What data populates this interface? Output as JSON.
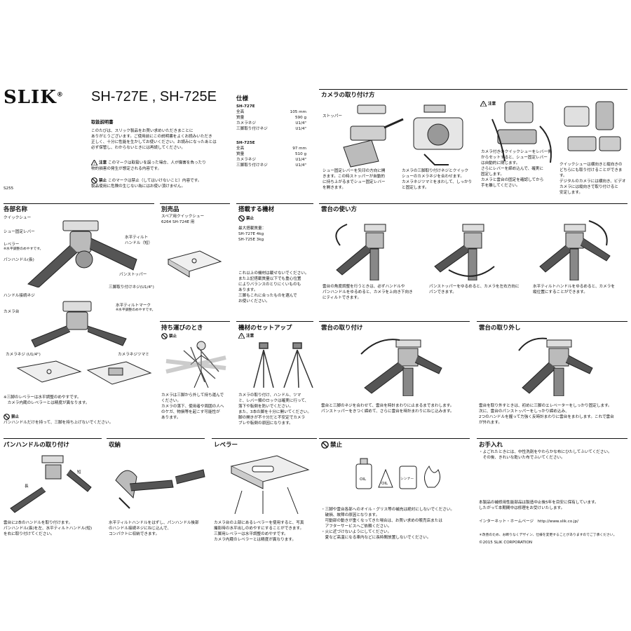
{
  "header": {
    "brand": "SLIK",
    "registered": "®",
    "model": "SH-727E , SH-725E",
    "manual_title": "取扱説明書",
    "intro": "このたびは、スリック製品をお買い求めいただきまことに\nありがとうございます。ご使用前にこの説明書をよくお読みいただき\n正しく、十分に性能を生かしてお使いください。お読みになったあとは\n必ず保管し、わからないときには再読してください。",
    "caution_label": "注意",
    "caution_text": "このマークは取扱いを誤った場合、人が傷害を負ったり\n物的損害の発生が想定される内容です。",
    "prohibit_label": "禁止",
    "prohibit_text": "このマークは禁止（してはいけないこと）内容です。\n製品使用に危険の生じない為にはお使い頂けません。",
    "code": "S255"
  },
  "specs": {
    "title": "仕様",
    "models": [
      {
        "name": "SH-727E",
        "rows": [
          {
            "label": "全高",
            "value": "105 mm"
          },
          {
            "label": "質量",
            "value": "590 g"
          },
          {
            "label": "カメラネジ",
            "value": "U1/4\""
          },
          {
            "label": "三脚取り付けネジ",
            "value": "U1/4\""
          }
        ]
      },
      {
        "name": "SH-725E",
        "rows": [
          {
            "label": "全高",
            "value": "97 mm"
          },
          {
            "label": "質量",
            "value": "510 g"
          },
          {
            "label": "カメラネジ",
            "value": "U1/4\""
          },
          {
            "label": "三脚取り付けネジ",
            "value": "U1/4\""
          }
        ]
      }
    ]
  },
  "camera_mount": {
    "title": "カメラの取り付け方",
    "stopper_label": "ストッパー",
    "caution_label": "注意",
    "steps": [
      "シュー固定レバーを矢印の方向に開\nきます。この時ストッパーが自動的\nに持ち上がるまでシュー固定レバー\nを開きます。",
      "カメラの三脚取り付けネジとクイック\nシューのカメラネジを合わせます。\nカメラネジツマミをまわして、しっかり\nと固定します。",
      "カメラ付きのクイックシューをレバー側\nからセットすると、シュー固定レバー\nは自動的に閉じます。\nさらにレバーを締め込んで、確実に\n固定します。\nカメラと雲台の固定を確認してから\n手を離してください。",
      "クイックシューは横向きと縦向きの\nどちらにも取り付けることができます。\nデジタルのカメラには横向き、ビデオ\nカメラには縦向きで取り付けると\n安定します。"
    ]
  },
  "parts": {
    "title": "各部名称",
    "labels": [
      "クイックシュー",
      "シュー固定レバー",
      "レベラー",
      "※水平調整のめやすです。",
      "パンハンドル(長)",
      "ハンドル接続ネジ",
      "カメラ台",
      "水平ティルト\nハンドル（短）",
      "パンストッパー",
      "三脚取り付けネジ(U1/4\")",
      "水平ティルトマーク",
      "※水平調整のめやすです。",
      "カメラネジ (U1/4\")",
      "カメラネジツマミ"
    ],
    "notes": "※三脚のレベラーは水平調整のめやすです。\n　カメラ内蔵のレベラーとは精度が異なります。",
    "prohibit_label": "禁止",
    "prohibit_text": "パンハンドルだけを持って、三脚を持ち上げないでください。"
  },
  "accessory": {
    "title": "別売品",
    "lines": "スペア用クイックシュー\n6264 SH-724E 用"
  },
  "load": {
    "title": "搭載する機材",
    "prohibit_label": "禁止",
    "lines": "最大搭載質量：\nSH-727E  4kg\nSH-725E  3kg",
    "text": "これ以上の機材は載せないでください。\nまた上記搭載質量以下でも重心位置\nによりバランスのとりにくいものも\nあります。\n三脚もこれに合ったものを選んで\nお使いください。"
  },
  "carry": {
    "title": "持ち運びのとき",
    "prohibit_label": "禁止",
    "text": "カメラは三脚から外して持ち運んで\nください。\nカメラの落下、使用者や周囲の人へ\nのケガ、物損等を起こす可能性が\nあります。"
  },
  "setup": {
    "title": "機材のセットアップ",
    "caution_label": "注意",
    "text": "カメラの取り付け、ハンドル、ツマ\nミ、レバー類のロックは確実に行って、\n落下や転倒を防いでください。\nまた、3本の脚を十分に開いてください。\n脚の開きが不十分だと不安定でカメラ\nブレや転倒の原因になります。"
  },
  "usage": {
    "title": "雲台の使い方",
    "steps": [
      "雲台の角度調整を行うときは、必ずハンドルや\nパンハンドルをゆるめると、カメラを上向き下向き\nにティルトできます。",
      "パンストッパーをゆるめると、カメラを左右方向に\nパンできます。",
      "水平ティルトハンドルをゆるめると、カメラを\n縦位置にすることができます。"
    ]
  },
  "attach": {
    "title": "雲台の取り付け",
    "text": "雲台と三脚のネジを合わせて、雲台を時計まわりに止まるまでまわします。\nパンストッパーをきつく締めて、さらに雲台を時計まわりにねじ込みます。"
  },
  "detach": {
    "title": "雲台の取り外し",
    "text": "雲台を取り外すときは、初めに三脚のエレベーターをしっかり固定します。\n次に、雲台のパンストッパーをしっかり締め込み、\n2つのハンドルを握って力強く反時計まわりに雲台をまわします。これで雲台\nが外れます。"
  },
  "pan_handle": {
    "title": "パンハンドルの取り付け",
    "labels": [
      "長",
      "短"
    ],
    "text": "雲台に2本のハンドルを取り付けます。\nパンハンドル(長)を左、水平ティルトハンドル(短)\nを右に取り付けてください。"
  },
  "storage": {
    "title": "収納",
    "text": "水平ティルトハンドルをはずし、パンハンドル後部\nのハンドル接続ネジにねじ込んで、\nコンパクトに収納できます。"
  },
  "leveler": {
    "title": "レベラー",
    "text": "カメラ台の上部にあるレベラーを使用すると、写真\n撮影時の水平出しのめやすにすることができます。\n三脚用レベラーは水平調整のめやすです。\nカメラ内蔵のレベラーとは精度が異なります。"
  },
  "prohibited": {
    "title": "禁止",
    "labels": [
      "OIL",
      "OIL",
      "シンナー"
    ],
    "text": "・三脚や雲台各部へのオイル・グリス等の補充は絶対にしないでください。\n　破損、故障の原因となります。\n　可動部の動きが重くなってきた場合は、お買い求めの販売店または\n　アフターサービスへご依頼ください。\n・火に近づけないようにしてください。\n　夏など高温になる車内などに長時間放置しないでください。"
  },
  "care": {
    "title": "お手入れ",
    "text": "・よごれたときには、中性洗剤をやわらかな布にひたしてふいてください。\n　その後、きれいな乾いた布でふいてください。",
    "warranty": "本製品の補修用性能部品は製造中止後5年を目安に保有しています。\nしたがって本期間中は修理をお受けいたします。",
    "web": "インターネット・ホームページ　http://www.slik.co.jp/",
    "note": "＊改善のため、お断りなくデザイン、仕様を変更することがありますのでご了承ください。",
    "copyright": "©2015 SLIK CORPORATION"
  }
}
